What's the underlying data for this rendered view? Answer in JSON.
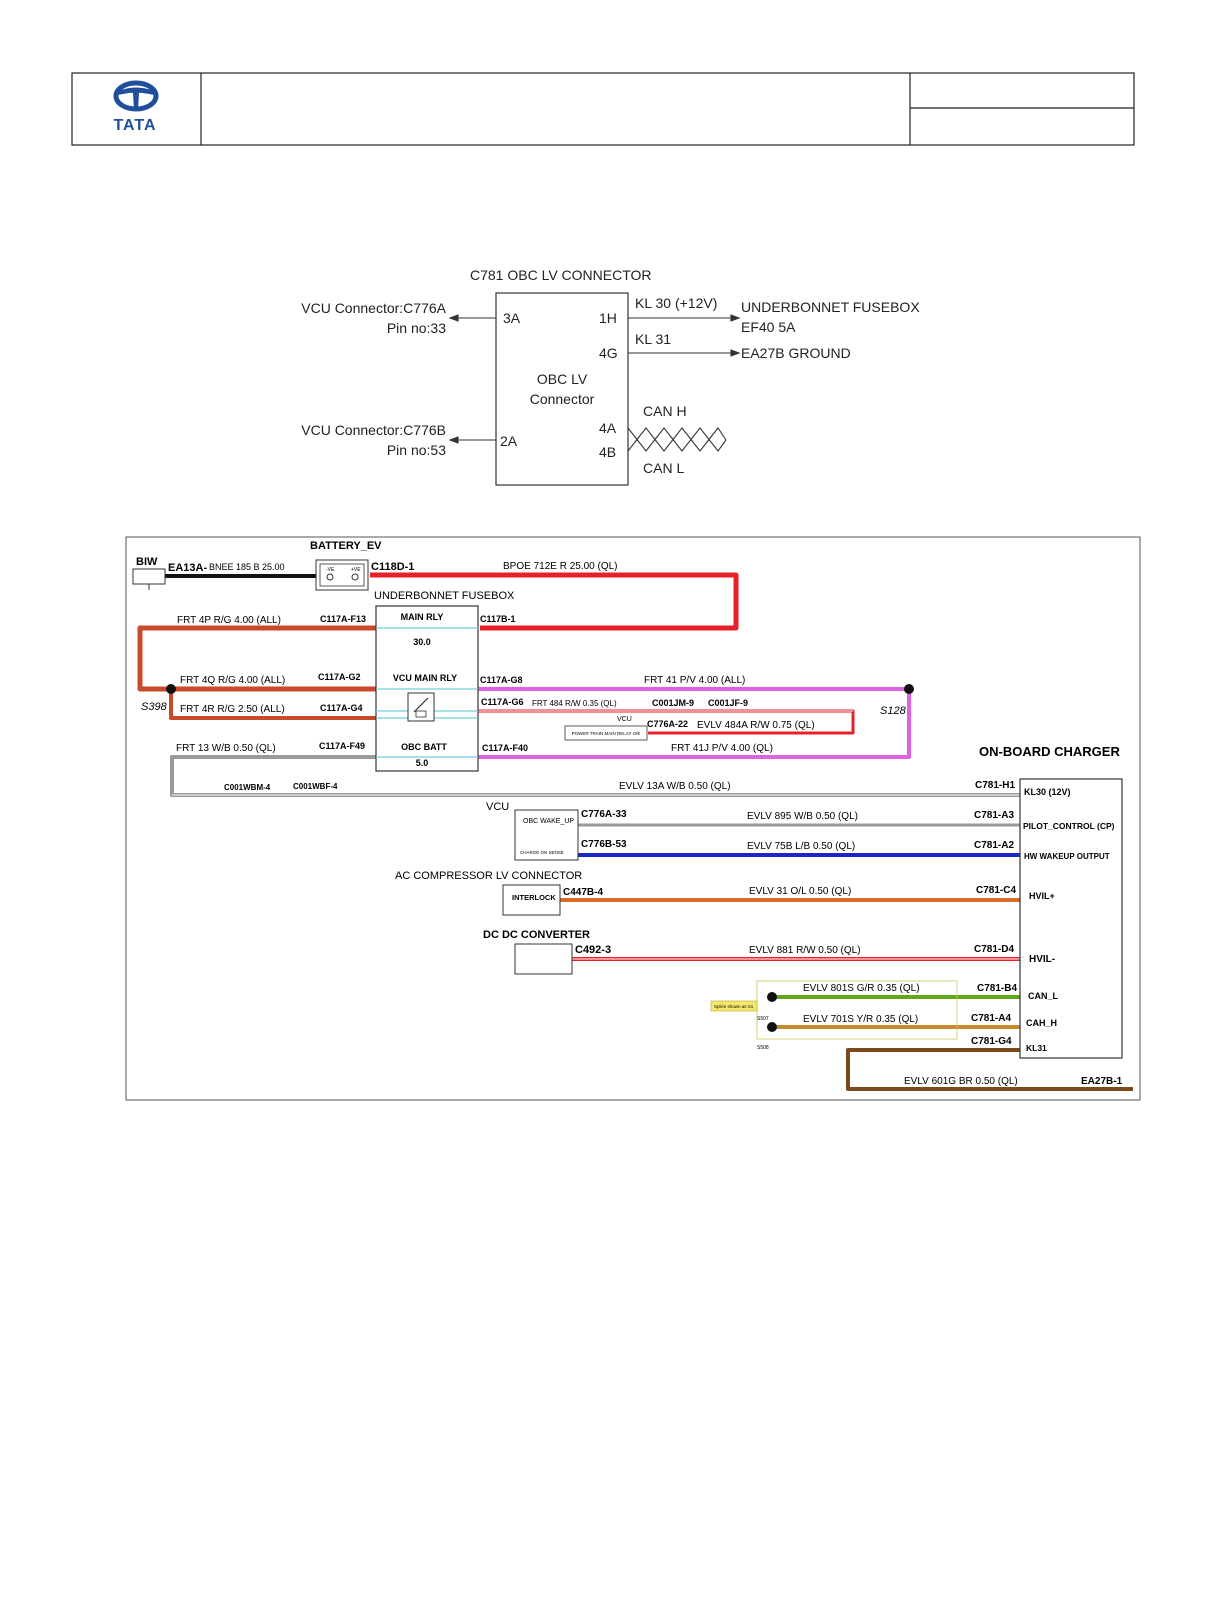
{
  "header": {
    "logo_text": "TATA",
    "title": "",
    "right_top": "",
    "right_bottom": ""
  },
  "connector_diagram": {
    "title": "C781 OBC LV CONNECTOR",
    "box_label_1": "OBC LV",
    "box_label_2": "Connector",
    "pin_3a": "3A",
    "pin_2a": "2A",
    "pin_1h": "1H",
    "pin_4g": "4G",
    "pin_4a": "4A",
    "pin_4b": "4B",
    "vcu_a_1": "VCU Connector:C776A",
    "vcu_a_2": "Pin no:33",
    "vcu_b_1": "VCU Connector:C776B",
    "vcu_b_2": "Pin no:53",
    "kl30": "KL 30 (+12V)",
    "kl31": "KL 31",
    "fusebox_1": "UNDERBONNET FUSEBOX",
    "fusebox_2": "EF40 5A",
    "ground": "EA27B GROUND",
    "can_h": "CAN H",
    "can_l": "CAN L"
  },
  "wiring": {
    "biw": "BIW",
    "ea13a": "EA13A-",
    "bnee": "BNEE   185   B   25.00",
    "battery_ev": "BATTERY_EV",
    "batt_minus": "-VE",
    "batt_plus": "+VE",
    "c118d": "C118D-1",
    "bpoe": "BPOE   712E   R   25.00   (QL)",
    "fusebox": "UNDERBONNET FUSEBOX",
    "frt_4p": "FRT   4P   R/G   4.00   (ALL)",
    "c117a_f13": "C117A-F13",
    "main_rly": "MAIN RLY",
    "main_rly_val": "30.0",
    "c117b_1": "C117B-1",
    "frt_4q": "FRT   4Q   R/G   4.00   (ALL)",
    "c117a_g2": "C117A-G2",
    "vcu_main_rly": "VCU MAIN RLY",
    "c117a_g8": "C117A-G8",
    "frt_41": "FRT   41   P/V   4.00   (ALL)",
    "s398": "S398",
    "frt_4r": "FRT   4R   R/G   2.50   (ALL)",
    "c117a_g4": "C117A-G4",
    "c117a_g6": "C117A-G6",
    "frt_484": "FRT   484   R/W   0.35   (QL)",
    "c001jm": "C001JM-9",
    "c001jf": "C001JF-9",
    "s128": "S128",
    "vcu_small": "VCU",
    "pt_relay": "POWER TRAIN MAIN RELAY O/E",
    "c776a_22": "C776A-22",
    "evlv_484a": "EVLV   484A   R/W   0.75   (QL)",
    "frt_13": "FRT   13   W/B   0.50   (QL)",
    "c117a_f49": "C117A-F49",
    "obc_batt": "OBC BATT",
    "obc_batt_val": "5.0",
    "c117a_f40": "C117A-F40",
    "frt_41j": "FRT   41J   P/V   4.00   (QL)",
    "obc_title": "ON-BOARD CHARGER",
    "c001wbm": "C001WBM-4",
    "c001wbf": "C001WBF-4",
    "evlv_13a": "EVLV   13A   W/B   0.50   (QL)",
    "c781_h1": "C781-H1",
    "kl30_12v": "KL30 (12V)",
    "vcu_label": "VCU",
    "obc_wake": "OBC WAKE_UP",
    "charge_sense": "CHARGE ON SENSE",
    "c776a_33": "C776A-33",
    "evlv_895": "EVLV   895   W/B   0.50   (QL)",
    "c781_a3": "C781-A3",
    "pilot": "PILOT_CONTROL (CP)",
    "c776b_53": "C776B-53",
    "evlv_75b": "EVLV   75B   L/B   0.50   (QL)",
    "c781_a2": "C781-A2",
    "hw_wake": "HW WAKEUP OUTPUT",
    "ac_comp": "AC COMPRESSOR LV CONNECTOR",
    "interlock": "INTERLOCK",
    "c447b": "C447B-4",
    "evlv_31": "EVLV   31   O/L   0.50   (QL)",
    "c781_c4": "C781-C4",
    "hvil_plus": "HVIL+",
    "dcdc": "DC DC CONVERTER",
    "c492": "C492-3",
    "evlv_881": "EVLV   881   R/W   0.50   (QL)",
    "c781_d4": "C781-D4",
    "hvil_minus": "HVIL-",
    "splice_note": "Splice shown as S1",
    "s507": "S507",
    "s508": "S508",
    "evlv_801s": "EVLV   801S   G/R   0.35   (QL)",
    "c781_b4": "C781-B4",
    "can_l": "CAN_L",
    "evlv_701s": "EVLV   701S   Y/R   0.35   (QL)",
    "c781_a4": "C781-A4",
    "cah_h": "CAH_H",
    "c781_g4": "C781-G4",
    "kl31": "KL31",
    "evlv_601g": "EVLV   601G   BR   0.50   (QL)",
    "ea27b": "EA27B-1"
  },
  "colors": {
    "red": "#e8202a",
    "orange_red": "#c84a2a",
    "magenta": "#e061e6",
    "blue": "#1a27c8",
    "green": "#5fa818",
    "tan": "#c88a30",
    "brown": "#7a4a1c",
    "orange": "#d86a2a",
    "grey": "#9a9a9a",
    "cyan": "#6ed1d8",
    "tata_blue": "#1f4f9c"
  }
}
